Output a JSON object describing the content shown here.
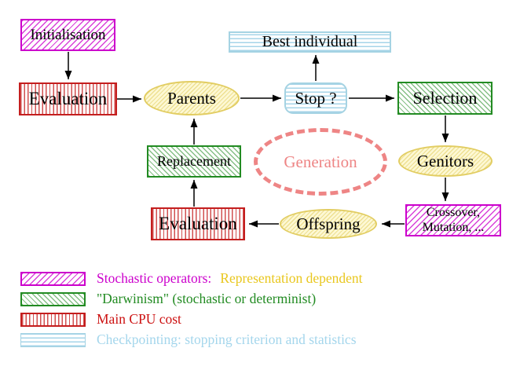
{
  "nodes": {
    "initialisation": "Initialisation",
    "evaluation_top": "Evaluation",
    "parents": "Parents",
    "best_individual": "Best individual",
    "stop": "Stop ?",
    "selection": "Selection",
    "genitors": "Genitors",
    "crossover_line1": "Crossover,",
    "crossover_line2": "Mutation, ...",
    "offspring": "Offspring",
    "evaluation_bottom": "Evaluation",
    "replacement": "Replacement",
    "generation": "Generation"
  },
  "legend": {
    "items": [
      {
        "pattern": "magenta-diagonal-hatch",
        "label": "Stochastic operators:",
        "label2": "Representation dependent",
        "label_color": "#cc00cc",
        "label2_color": "#e9c71e"
      },
      {
        "pattern": "green-diagonal-hatch",
        "label": "\"Darwinism\" (stochastic or determinist)",
        "label_color": "#228b22"
      },
      {
        "pattern": "red-vertical-stripes",
        "label": "Main CPU cost",
        "label_color": "#cc1111"
      },
      {
        "pattern": "cyan-horizontal-stripes",
        "label": "Checkpointing: stopping criterion and statistics",
        "label_color": "#a4d6ec"
      }
    ]
  },
  "colors": {
    "magenta": "#cc00cc",
    "red": "#c41e1e",
    "green": "#228b22",
    "cyan_border": "#a5d3e3",
    "yellow_border": "#e2cd62",
    "salmon": "#ee8585",
    "gold_text": "#e9c71e",
    "arrow": "#000000",
    "background": "#ffffff"
  }
}
